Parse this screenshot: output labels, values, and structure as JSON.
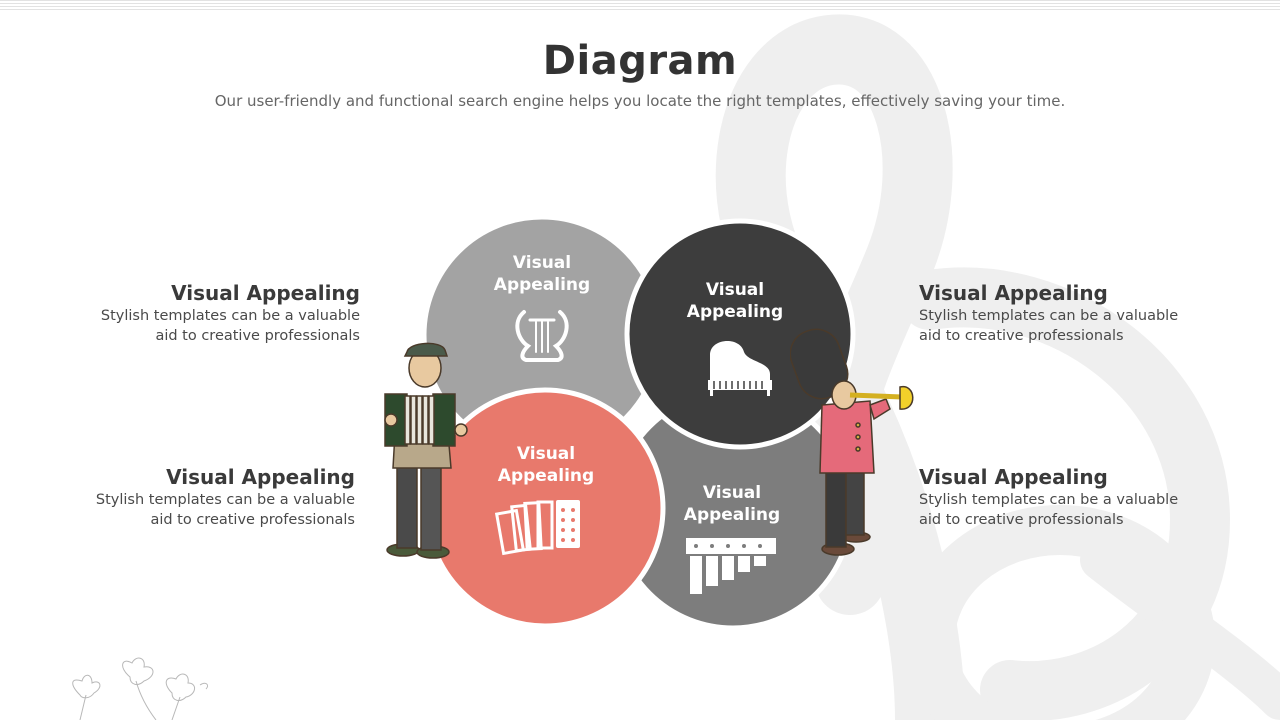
{
  "title": "Diagram",
  "subtitle": "Our user-friendly and functional search engine helps you locate the right templates, effectively saving your time.",
  "colors": {
    "circle_top_left": "#a3a3a3",
    "circle_top_right": "#3d3d3d",
    "circle_bottom_left": "#e8796c",
    "circle_bottom_right": "#7d7d7d",
    "watermark": "#efefef"
  },
  "circles": [
    {
      "label": "Visual\nAppealing",
      "icon": "lyre-icon"
    },
    {
      "label": "Visual\nAppealing",
      "icon": "piano-icon"
    },
    {
      "label": "Visual\nAppealing",
      "icon": "accordion-icon"
    },
    {
      "label": "Visual\nAppealing",
      "icon": "pan-flute-icon"
    }
  ],
  "side_texts": [
    {
      "heading": "Visual Appealing",
      "text": "Stylish templates can be a valuable\naid to  creative professionals"
    },
    {
      "heading": "Visual Appealing",
      "text": "Stylish templates can be a valuable\naid to  creative professionals"
    },
    {
      "heading": "Visual Appealing",
      "text": "Stylish templates can be a valuable\naid to  creative professionals"
    },
    {
      "heading": "Visual Appealing",
      "text": "Stylish templates can be a valuable\naid to  creative professionals"
    }
  ]
}
